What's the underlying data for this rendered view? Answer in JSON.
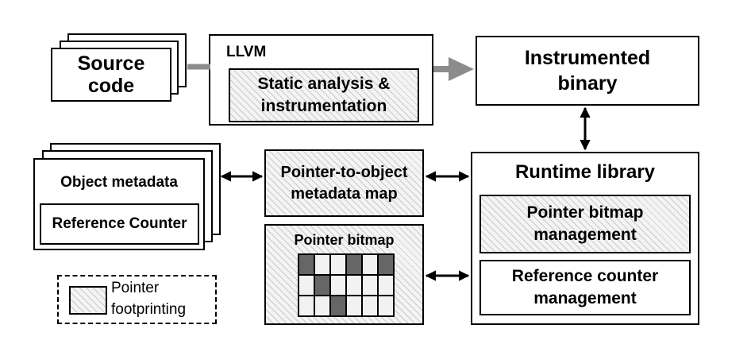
{
  "source_code": {
    "label_line1": "Source",
    "label_line2": "code"
  },
  "llvm": {
    "title": "LLVM",
    "inner_line1": "Static analysis &",
    "inner_line2": "instrumentation"
  },
  "instrumented_binary": {
    "line1": "Instrumented",
    "line2": "binary"
  },
  "object_metadata": {
    "title": "Object metadata",
    "inner": "Reference Counter"
  },
  "pointer_map": {
    "line1": "Pointer-to-object",
    "line2": "metadata map"
  },
  "pointer_bitmap": {
    "title": "Pointer bitmap",
    "grid": [
      [
        1,
        0,
        0,
        1,
        0,
        1
      ],
      [
        0,
        1,
        0,
        0,
        0,
        0
      ],
      [
        0,
        0,
        1,
        0,
        0,
        0
      ]
    ],
    "filled_color": "#666666",
    "empty_color": "#f2f2f2"
  },
  "runtime_library": {
    "title": "Runtime library",
    "bitmap_mgmt_line1": "Pointer bitmap",
    "bitmap_mgmt_line2": "management",
    "refcount_mgmt_line1": "Reference counter",
    "refcount_mgmt_line2": "management"
  },
  "legend": {
    "line1": "Pointer",
    "line2": "footprinting"
  },
  "colors": {
    "arrow_gray": "#8c8c8c",
    "border": "#000000"
  }
}
